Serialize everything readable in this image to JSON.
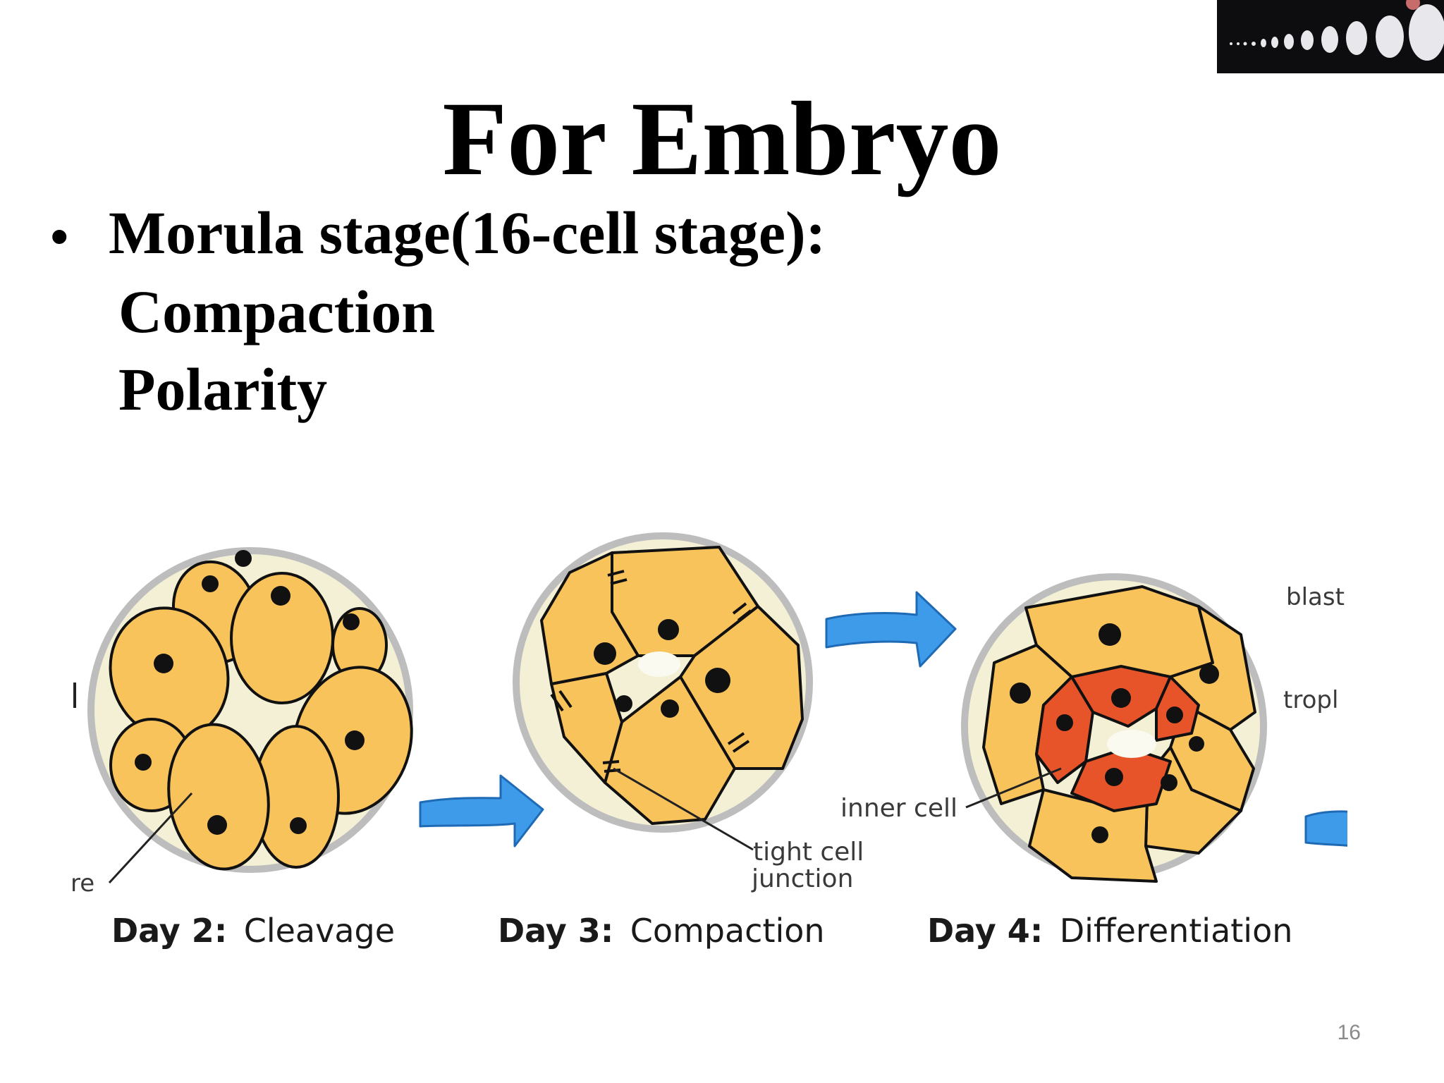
{
  "slide": {
    "title": "For Embryo",
    "bullet": "Morula stage(16-cell stage):",
    "sub_items": [
      "Compaction",
      "Polarity"
    ],
    "page_number": "16"
  },
  "figure": {
    "captions": [
      {
        "day": "Day 2:",
        "stage": "Cleavage"
      },
      {
        "day": "Day 3:",
        "stage": "Compaction"
      },
      {
        "day": "Day 4:",
        "stage": "Differentiation"
      }
    ],
    "labels": {
      "left_cut": "re",
      "tight_junction_1": "tight cell",
      "tight_junction_2": "junction",
      "inner_cell": "inner cell",
      "right_top_cut": "blast",
      "right_mid_cut": "tropl"
    },
    "colors": {
      "cell_fill": "#F9C35C",
      "inner_cell_fill": "#E8542A",
      "zona": "#F4F0D6",
      "zona_border": "#BDBDBD",
      "arrow": "#3D9BE9"
    }
  }
}
